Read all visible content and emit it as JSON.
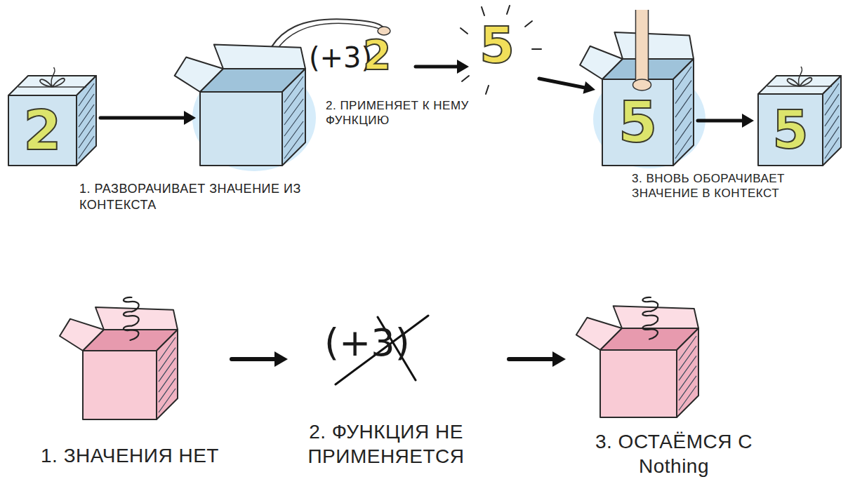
{
  "diagram": {
    "nodes": [
      {
        "text": [
          "2"
        ]
      },
      {
        "text": [
          "1. РАЗВОРАЧИВАЕТ ЗНАЧЕНИЕ ИЗ КОНТЕКСТА"
        ]
      },
      {
        "text": [
          "5",
          "3. ВНОВЬ ОБОРАЧИВАЕТ ЗНАЧЕНИЕ В КОНТЕКСТ"
        ]
      },
      {
        "text": [
          "5"
        ]
      },
      {
        "text": [
          "1. ЗНАЧЕНИЯ НЕТ"
        ]
      },
      {
        "text": [
          "3. ОСТАЁМСЯ С Nothing"
        ]
      }
    ],
    "edges": [
      {
        "from": 0,
        "to": 1,
        "arrow": "to"
      },
      {
        "from": 2,
        "to": 3,
        "arrow": "to"
      }
    ],
    "labels": [
      "(+3)",
      "2",
      "5",
      "2. ПРИМЕНЯЕТ К НЕМУ ФУНКЦИЮ",
      "(+3)",
      "2. ФУНКЦИЯ НЕ ПРИМЕНЯЕТСЯ"
    ]
  }
}
